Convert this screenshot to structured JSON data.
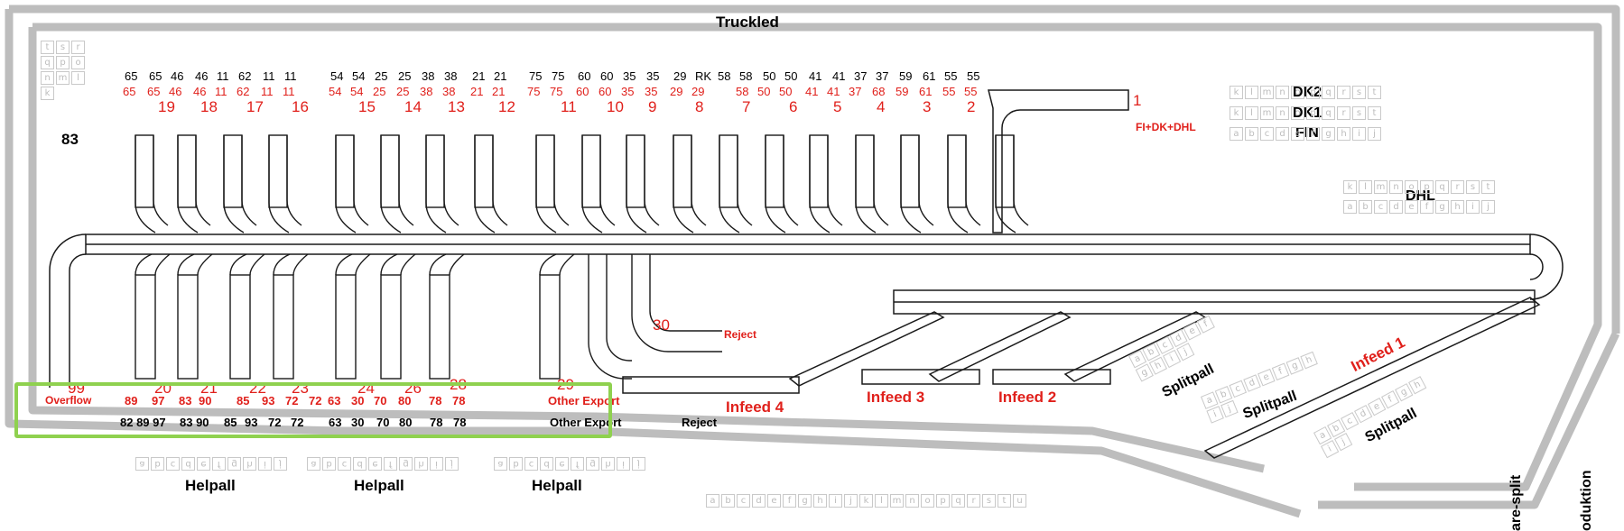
{
  "areas": {
    "truckled": "Truckled",
    "helpall": [
      "Helpall",
      "Helpall",
      "Helpall"
    ],
    "splitpall": [
      "Splitpall",
      "Splitpall",
      "Splitpall"
    ],
    "dhl": "DHL",
    "dk2": "DK2",
    "dk1": "DK1",
    "fin": "FIN",
    "number_83": "83",
    "are_split": "are-split",
    "produktion": "oduktion"
  },
  "top_chutes": {
    "black_codes": [
      "65",
      "65",
      "46",
      "46",
      "11",
      "62",
      "11",
      "11",
      "54",
      "54",
      "25",
      "25",
      "38",
      "38",
      "21",
      "21",
      "75",
      "75",
      "60",
      "60",
      "35",
      "35",
      "29",
      "RK",
      "58",
      "58",
      "50",
      "50",
      "41",
      "41",
      "37",
      "37",
      "59",
      "61",
      "55",
      "55"
    ],
    "red_codes": [
      "65",
      "65",
      "46",
      "46",
      "11",
      "62",
      "11",
      "11",
      "54",
      "54",
      "25",
      "25",
      "38",
      "38",
      "21",
      "21",
      "75",
      "75",
      "60",
      "60",
      "35",
      "35",
      "29",
      "29",
      "58",
      "50",
      "50",
      "41",
      "41",
      "37",
      "68",
      "59",
      "61",
      "55",
      "55"
    ],
    "numbers": [
      "19",
      "18",
      "17",
      "16",
      "15",
      "14",
      "13",
      "12",
      "11",
      "10",
      "9",
      "8",
      "7",
      "6",
      "5",
      "4",
      "3",
      "2"
    ]
  },
  "bottom_chutes": {
    "numbers_visible": [
      "20",
      "21",
      "22",
      "23",
      "24",
      "26",
      "28",
      "29",
      "30",
      "99"
    ],
    "red_codes": [
      "89",
      "97",
      "83",
      "90",
      "85",
      "93",
      "72",
      "72",
      "63",
      "30",
      "70",
      "80",
      "78",
      "78"
    ],
    "black_codes": [
      "82 89 97",
      "83 90",
      "85",
      "93",
      "72",
      "72",
      "63",
      "30",
      "70",
      "80",
      "78",
      "78"
    ],
    "overflow": "Overflow",
    "other_export_red": "Other Export",
    "other_export_black": "Other Export"
  },
  "infeeds": {
    "chute_1": "1",
    "fi_dk_dhl": "FI+DK+DHL",
    "reject_red": "Reject",
    "reject_black": "Reject",
    "infeed_1": "Infeed 1",
    "infeed_2": "Infeed 2",
    "infeed_3": "Infeed 3",
    "infeed_4": "Infeed 4"
  },
  "letter_rows": {
    "dock_letters": [
      "a",
      "b",
      "c",
      "d",
      "e",
      "f",
      "g",
      "h",
      "i",
      "j",
      "k",
      "l",
      "m",
      "n",
      "o",
      "p",
      "q",
      "r",
      "s",
      "t",
      "u"
    ],
    "dk_row": [
      "k",
      "l",
      "m",
      "n",
      "o",
      "p",
      "q",
      "r",
      "s",
      "t"
    ],
    "fin_row": [
      "a",
      "b",
      "c",
      "d",
      "e",
      "f",
      "g",
      "h",
      "i",
      "j"
    ],
    "dhl_top": [
      "k",
      "l",
      "m",
      "n",
      "o",
      "p",
      "q",
      "r",
      "s",
      "t"
    ],
    "dhl_bottom": [
      "a",
      "b",
      "c",
      "d",
      "e",
      "f",
      "g",
      "h",
      "i",
      "j"
    ],
    "left_column": [
      "t",
      "s",
      "r",
      "q",
      "p",
      "o",
      "n",
      "m",
      "l",
      "k"
    ],
    "helpall_row": [
      "a",
      "b",
      "c",
      "d",
      "e",
      "f",
      "g",
      "h",
      "i",
      "j"
    ]
  },
  "colors": {
    "wall": "#bdbdbd",
    "conveyor": "#1a1a1a",
    "label_red": "#e0201b",
    "selection": "#8fd14f"
  }
}
